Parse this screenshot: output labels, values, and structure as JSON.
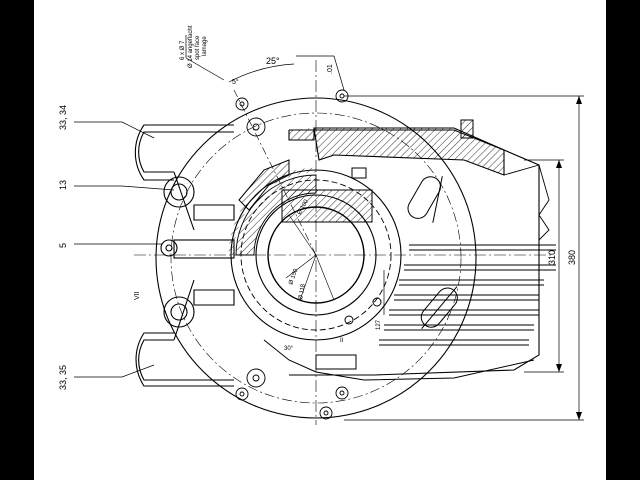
{
  "labels": {
    "callout_33_34": "33, 34",
    "callout_13": "13",
    "callout_5": "5",
    "callout_vii": "VII",
    "callout_33_35": "33, 35",
    "angle_25": "25°",
    "angle_5": "5°",
    "tolerance_01": ".01",
    "note_line1": "6 x Ø 7",
    "note_line2": "Ø 14 angeflacht",
    "note_line3": "spot face",
    "note_line4": "lamage",
    "dia_100": "Ø 100",
    "dia_150": "Ø 150",
    "dia_118": "Ø 118",
    "dim_127": "127",
    "dim_310": "310",
    "dim_380": "380",
    "angle_30": "30°",
    "roman_ii": "II"
  }
}
